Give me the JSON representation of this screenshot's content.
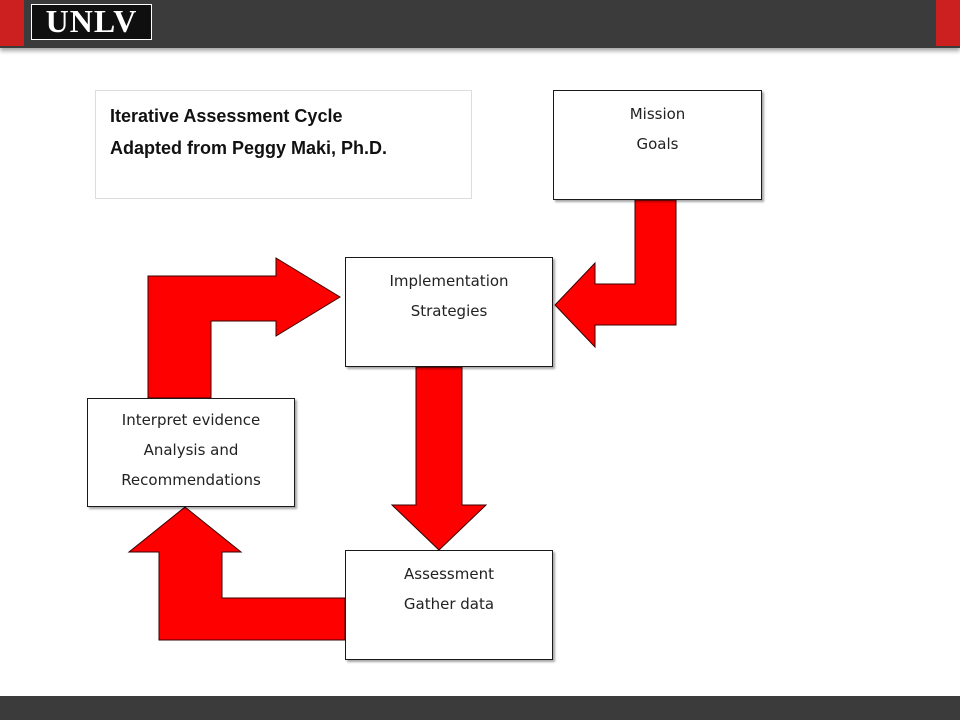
{
  "header": {
    "logo_text": "UNLV",
    "colors": {
      "bar": "#3b3b3b",
      "accent": "#cc1f1f"
    }
  },
  "title_box": {
    "line1": "Iterative Assessment Cycle",
    "line2": "Adapted from Peggy Maki, Ph.D."
  },
  "nodes": {
    "mission": {
      "line1": "Mission",
      "line2": "Goals"
    },
    "implementation": {
      "line1": "Implementation",
      "line2": "Strategies"
    },
    "interpret": {
      "line1": "Interpret evidence",
      "line2": "Analysis and",
      "line3": "Recommendations"
    },
    "assessment": {
      "line1": "Assessment",
      "line2": "Gather data"
    }
  },
  "edges": [
    {
      "from": "Mission / Goals",
      "to": "Implementation / Strategies"
    },
    {
      "from": "Implementation / Strategies",
      "to": "Assessment / Gather data"
    },
    {
      "from": "Assessment / Gather data",
      "to": "Interpret evidence / Analysis and / Recommendations"
    },
    {
      "from": "Interpret evidence / Analysis and / Recommendations",
      "to": "Implementation / Strategies"
    }
  ],
  "arrow_color": "#ff0000"
}
